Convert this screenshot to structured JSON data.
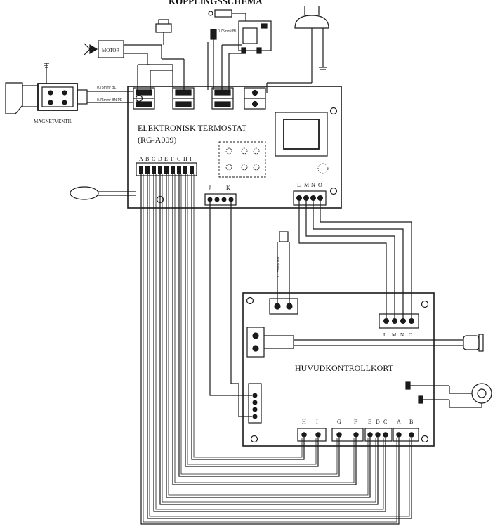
{
  "title": "KOPPLINGSSCHEMA",
  "boards": {
    "thermostat_name": "ELEKTRONISK TERMOSTAT",
    "thermostat_model": "(RG-A009)",
    "main_name": "HUVUDKONTROLLKORT"
  },
  "components": {
    "motor": "MOTOR",
    "magnetventil": "MAGNETVENTIL"
  },
  "terminals": {
    "thermo_row": [
      "A",
      "B",
      "C",
      "D",
      "E",
      "F",
      "G",
      "H",
      "I"
    ],
    "thermo_jk": [
      "J",
      "K"
    ],
    "thermo_lmno": [
      "L",
      "M",
      "N",
      "O"
    ],
    "main_lmno": [
      "L",
      "M",
      "N",
      "O"
    ],
    "main_bottom": [
      "H",
      "I",
      "G",
      "F",
      "E",
      "D",
      "C",
      "A",
      "B"
    ]
  },
  "wire_notes": {
    "w1": "0.75mm² BL",
    "w2": "0.75mm² BN PE",
    "w3": "0.75mm² BL",
    "w4": "0.75mm² BN"
  },
  "colors": {
    "line": "#1a1a1a",
    "board": "#ffffff"
  }
}
